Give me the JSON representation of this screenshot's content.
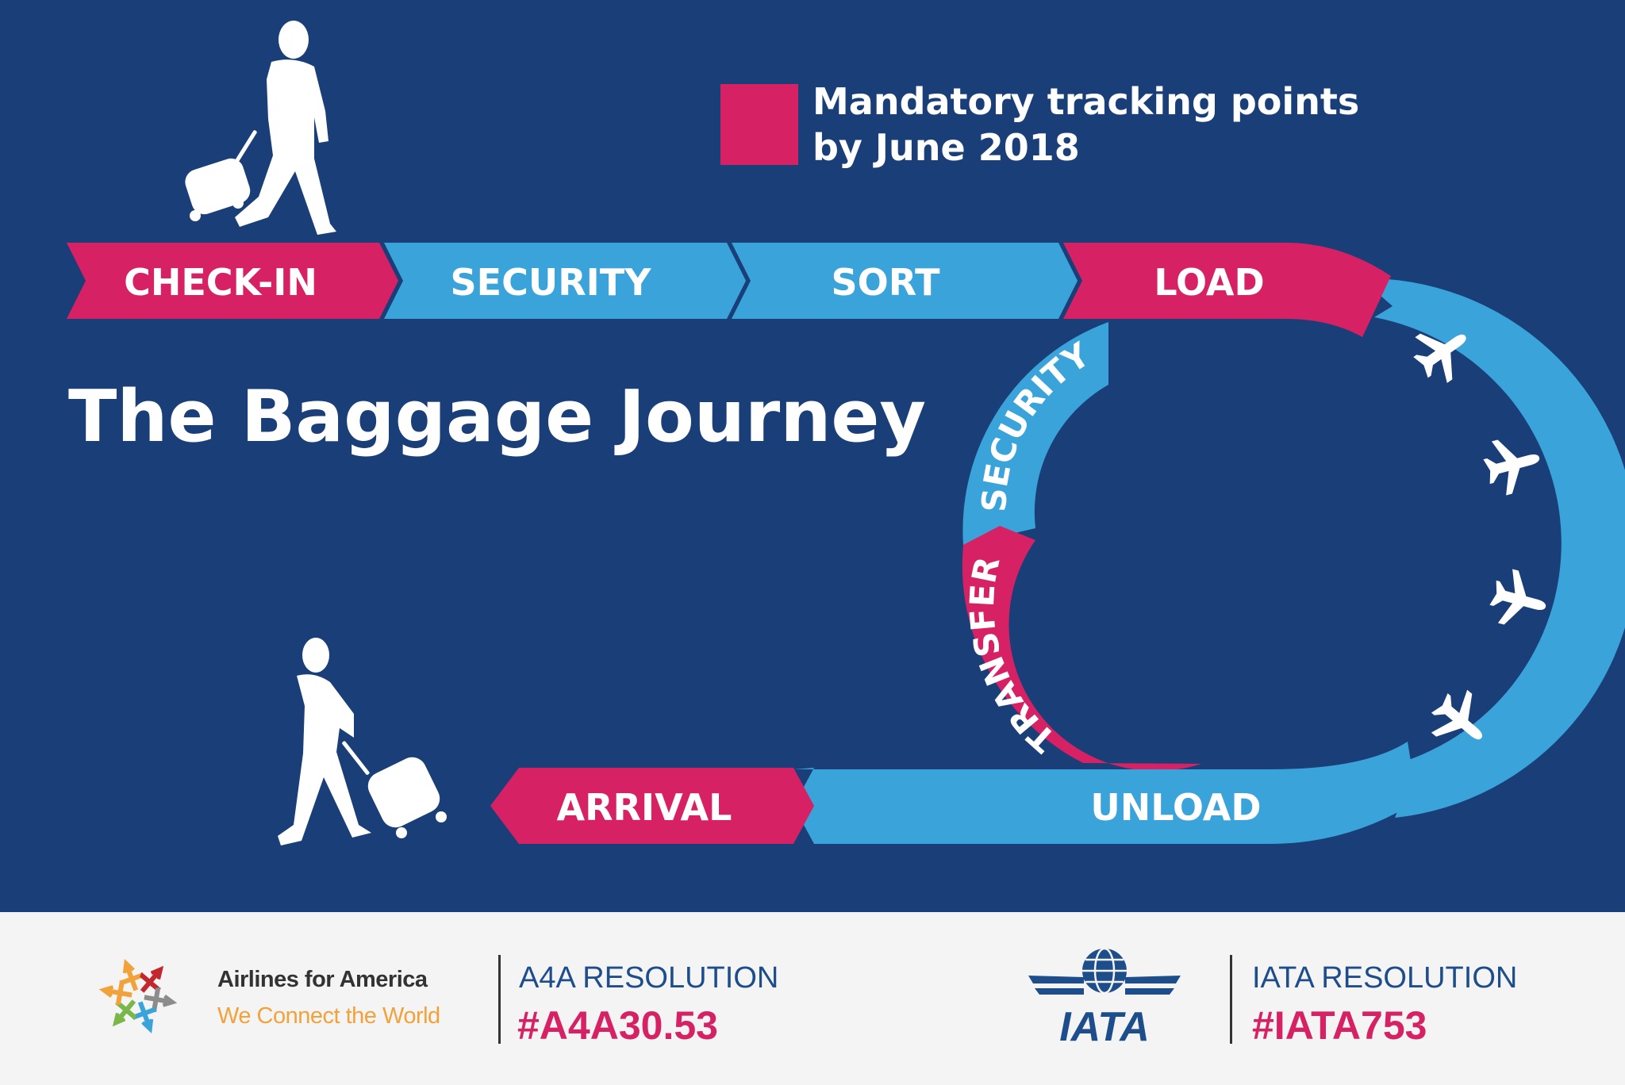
{
  "colors": {
    "navy": "#1a3f78",
    "magenta": "#d62264",
    "sky": "#3aa3da",
    "white": "#ffffff",
    "footer_bg": "#f4f4f4",
    "a4a_orange": "#f2a23a",
    "iata_blue": "#1e4d8c"
  },
  "legend": {
    "line1": "Mandatory tracking points",
    "line2": "by June 2018"
  },
  "title": "The Baggage Journey",
  "steps": {
    "checkin": "CHECK-IN",
    "security": "SECURITY",
    "sort": "SORT",
    "load": "LOAD",
    "security_loop": "SECURITY",
    "transfer": "TRANSFER",
    "unload": "UNLOAD",
    "arrival": "ARRIVAL"
  },
  "icons": {
    "departing_traveler": "walking-traveler-with-suitcase-icon",
    "arriving_traveler": "walking-traveler-with-suitcase-icon",
    "flight": "airplane-icon",
    "a4a_logo": "airlines-for-america-logo",
    "iata_logo": "iata-logo"
  },
  "footer": {
    "a4a_name": "Airlines for America",
    "a4a_tagline": "We Connect the World",
    "a4a_resolution_label": "A4A RESOLUTION",
    "a4a_resolution_id": "#A4A30.53",
    "iata_wordmark": "IATA",
    "iata_resolution_label": "IATA RESOLUTION",
    "iata_resolution_id": "#IATA753"
  }
}
